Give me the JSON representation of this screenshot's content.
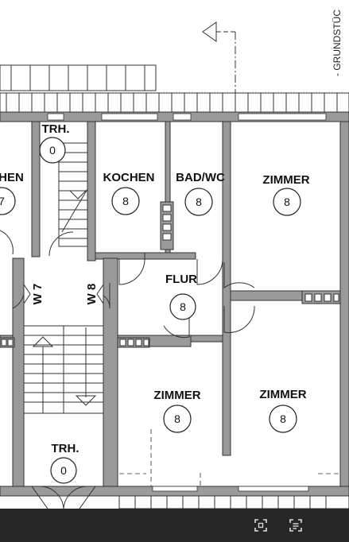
{
  "plan": {
    "rooms": [
      {
        "key": "trh_top",
        "name": "TRH.",
        "num": "0"
      },
      {
        "key": "kuechen_left",
        "name": "HEN",
        "num": "7"
      },
      {
        "key": "kochen",
        "name": "KOCHEN",
        "num": "8"
      },
      {
        "key": "badwc",
        "name": "BAD/WC",
        "num": "8"
      },
      {
        "key": "zimmer_top_right",
        "name": "ZIMMER",
        "num": "8"
      },
      {
        "key": "flur",
        "name": "FLUR",
        "num": "8"
      },
      {
        "key": "zimmer_mid",
        "name": "ZIMMER",
        "num": "8"
      },
      {
        "key": "zimmer_bottom_right",
        "name": "ZIMMER",
        "num": "8"
      },
      {
        "key": "trh_bottom",
        "name": "TRH.",
        "num": "0"
      }
    ],
    "walls": {
      "w7": "W 7",
      "w8": "W 8"
    },
    "edge_label": "- GRUNDSTÜC"
  },
  "toolbar": {
    "buttons": [
      {
        "icon": "fullscreen-icon"
      },
      {
        "icon": "caption-icon"
      }
    ]
  }
}
